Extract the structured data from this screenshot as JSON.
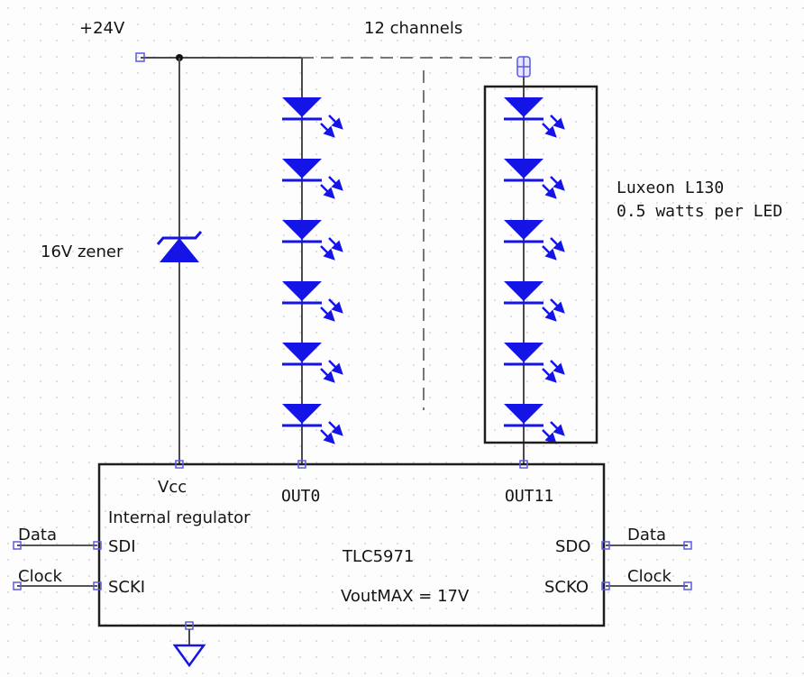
{
  "colors": {
    "wire": "#4a4a4a",
    "component": "#1414e6",
    "pin": "#5a5ae0",
    "box": "#1e1e1e",
    "text": "#141414",
    "grid_dot": "#cfcfd6"
  },
  "labels": {
    "supply": "+24V",
    "channels": "12 channels",
    "zener": "16V zener",
    "led_part": "Luxeon L130",
    "led_power": "0.5 watts per LED"
  },
  "chip": {
    "name": "TLC5971",
    "vout_max": "VoutMAX = 17V",
    "regulator": "Internal regulator",
    "pins": {
      "vcc": "Vcc",
      "out0": "OUT0",
      "out11": "OUT11",
      "sdi": "SDI",
      "scki": "SCKI",
      "sdo": "SDO",
      "scko": "SCKO"
    }
  },
  "signals": {
    "data_in": "Data",
    "clock_in": "Clock",
    "data_out": "Data",
    "clock_out": "Clock"
  },
  "led_strings": [
    {
      "name": "channel-0",
      "led_count": 6
    },
    {
      "name": "channel-11",
      "led_count": 6
    }
  ],
  "icons": {
    "led": "led-diode-icon",
    "zener": "zener-diode-icon",
    "ground": "ground-icon",
    "junction": "junction-dot-icon",
    "connector": "bus-connector-icon"
  }
}
